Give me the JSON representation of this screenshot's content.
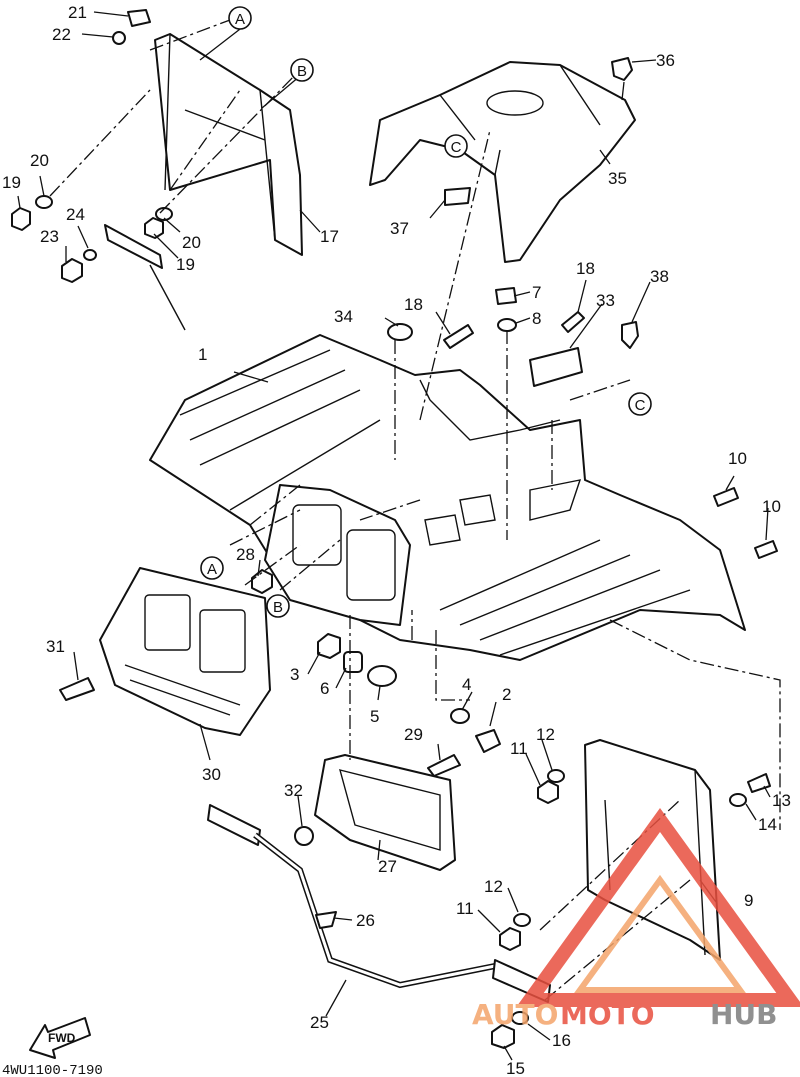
{
  "document_code": "4WU1100-7190",
  "fwd_label": "FWD",
  "watermark": {
    "part1": "AUTO",
    "part2": "MOTO",
    "part3": "HUB",
    "color_red": "#e8503f",
    "color_orange": "#f4a46a",
    "color_gray": "#7d7d7d"
  },
  "callouts": {
    "c1": "1",
    "c2": "2",
    "c3": "3",
    "c4": "4",
    "c5": "5",
    "c6": "6",
    "c7": "7",
    "c8": "8",
    "c9": "9",
    "c10a": "10",
    "c10b": "10",
    "c11a": "11",
    "c11b": "11",
    "c12a": "12",
    "c12b": "12",
    "c13": "13",
    "c14": "14",
    "c15": "15",
    "c16": "16",
    "c17": "17",
    "c18a": "18",
    "c18b": "18",
    "c19a": "19",
    "c19b": "19",
    "c20a": "20",
    "c20b": "20",
    "c21": "21",
    "c22": "22",
    "c23": "23",
    "c24": "24",
    "c25": "25",
    "c26": "26",
    "c27": "27",
    "c28": "28",
    "c29": "29",
    "c30": "30",
    "c31": "31",
    "c32": "32",
    "c33": "33",
    "c34": "34",
    "c35": "35",
    "c36": "36",
    "c37": "37",
    "c38": "38"
  },
  "refs": {
    "A": "A",
    "B": "B",
    "C": "C"
  }
}
